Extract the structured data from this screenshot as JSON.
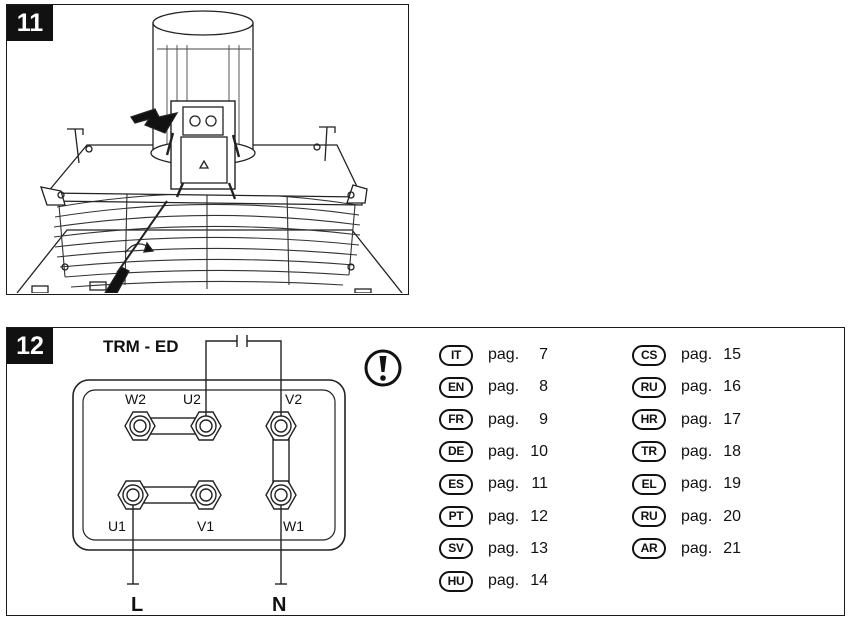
{
  "figure11": {
    "number": "11"
  },
  "figure12": {
    "number": "12",
    "title": "TRM - ED",
    "terminals": {
      "w2": "W2",
      "u2": "U2",
      "v2": "V2",
      "u1": "U1",
      "v1": "V1",
      "w1": "W1"
    },
    "line_labels": {
      "l": "L",
      "n": "N"
    }
  },
  "warning_icon": "exclamation-circle-icon",
  "languages_col1": [
    {
      "code": "IT",
      "word": "pag.",
      "page": "7"
    },
    {
      "code": "EN",
      "word": "pag.",
      "page": "8"
    },
    {
      "code": "FR",
      "word": "pag.",
      "page": "9"
    },
    {
      "code": "DE",
      "word": "pag.",
      "page": "10"
    },
    {
      "code": "ES",
      "word": "pag.",
      "page": "11"
    },
    {
      "code": "PT",
      "word": "pag.",
      "page": "12"
    },
    {
      "code": "SV",
      "word": "pag.",
      "page": "13"
    },
    {
      "code": "HU",
      "word": "pag.",
      "page": "14"
    }
  ],
  "languages_col2": [
    {
      "code": "CS",
      "word": "pag.",
      "page": "15"
    },
    {
      "code": "RU",
      "word": "pag.",
      "page": "16"
    },
    {
      "code": "HR",
      "word": "pag.",
      "page": "17"
    },
    {
      "code": "TR",
      "word": "pag.",
      "page": "18"
    },
    {
      "code": "EL",
      "word": "pag.",
      "page": "19"
    },
    {
      "code": "RU",
      "word": "pag.",
      "page": "20"
    },
    {
      "code": "AR",
      "word": "pag.",
      "page": "21"
    }
  ]
}
